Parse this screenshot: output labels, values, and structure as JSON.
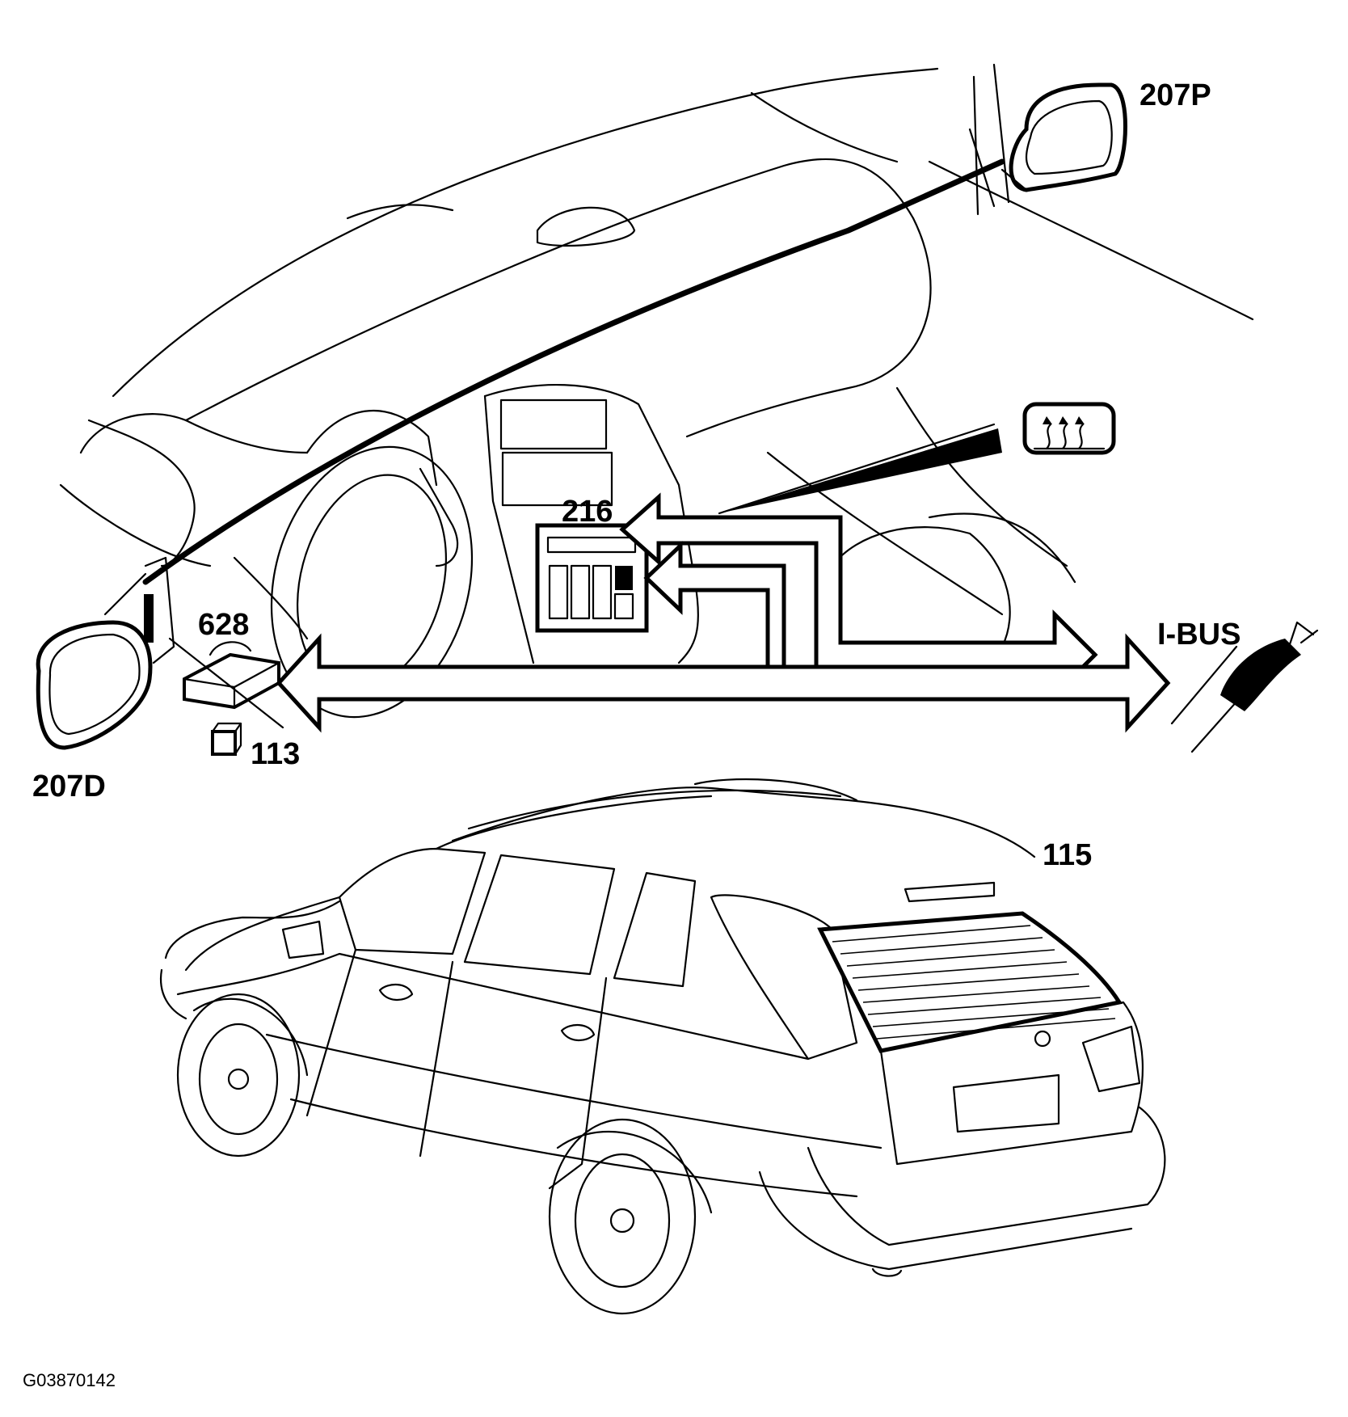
{
  "labels": {
    "mirror_passenger": "207P",
    "mirror_driver": "207D",
    "control_panel": "216",
    "module_628": "628",
    "connector_113": "113",
    "bus": "I-BUS",
    "rear_window": "115",
    "figure_id": "G03870142"
  },
  "icons": {
    "rear_defrost": "rear-defrost-icon",
    "bus_connector": "bus-connector-icon"
  },
  "colors": {
    "line": "#000000",
    "background": "#ffffff"
  }
}
